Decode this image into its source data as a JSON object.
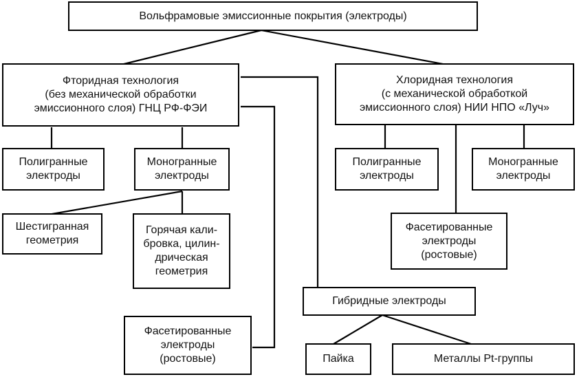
{
  "diagram": {
    "root": "Вольфрамовые эмиссионные покрытия (электроды)",
    "fluoride": {
      "title": "Фторидная технология\n(без механической обработки\nэмиссионного слоя) ГНЦ РФ-ФЭИ",
      "poly": "Полигранные\nэлектроды",
      "mono": "Моногранные\nэлектроды",
      "hex": "Шестигранная\nгеометрия",
      "hot": "Горячая кали-\nбровка, цилин-\nдрическая\nгеометрия",
      "faceted": "Фасетированные\nэлектроды\n(ростовые)"
    },
    "chloride": {
      "title": "Хлоридная технология\n(с механической обработкой\nэмиссионного слоя) НИИ НПО «Луч»",
      "poly": "Полигранные\nэлектроды",
      "mono": "Моногранные\nэлектроды",
      "faceted": "Фасетированные\nэлектроды\n(ростовые)"
    },
    "hybrid": {
      "title": "Гибридные электроды",
      "solder": "Пайка",
      "metals": "Металлы Pt-группы"
    }
  }
}
